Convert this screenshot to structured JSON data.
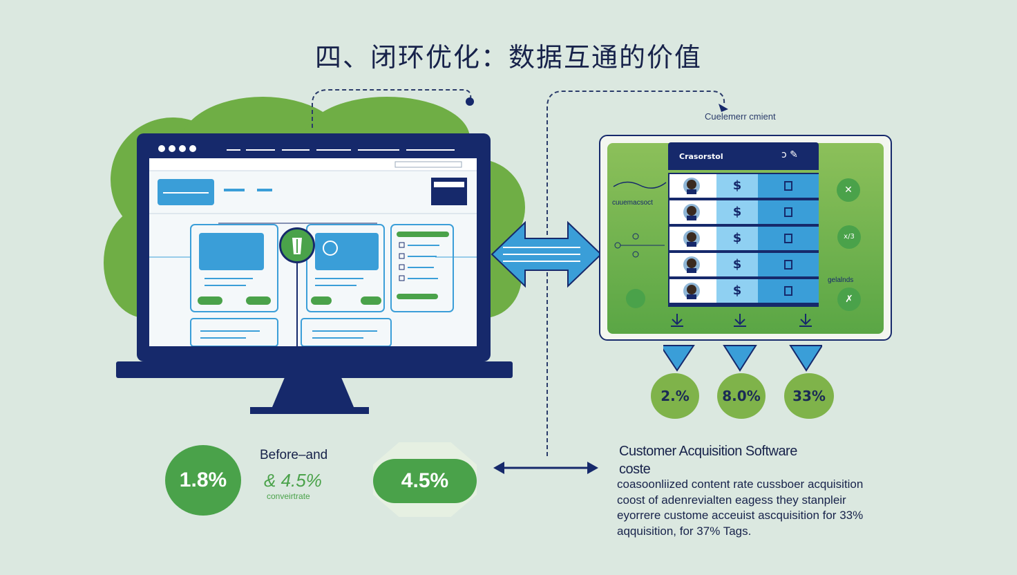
{
  "title": "四、闭环优化：数据互通的价值",
  "customer_label": "Cuelemerr cmient",
  "crm_header": "Crasorstol",
  "crm_side_label": "cuuemacsoct",
  "crm_right_label": "gelalnds",
  "crm_right_values": [
    "x/3"
  ],
  "dollar_symbol": "$",
  "percent_badges": [
    "2.%",
    "8.0%",
    "33%"
  ],
  "before_label": "Before–and",
  "before_value": "1.8%",
  "after_inline": "& 4.5%",
  "conv_rate_label": "conveirtrate",
  "after_value": "4.5%",
  "cas_heading_line1": "Customer Acquisition Software",
  "cas_heading_line2": "coste",
  "cas_body": [
    "coasoonliized content rate cussboer acquisition",
    "coost of adenrevialten eagess they stanpleir",
    "eyorrere custome acceuist ascquisition for 33%",
    "aqquisition, for 37% Tags."
  ],
  "colors": {
    "navy": "#16296b",
    "blue": "#3a9ed8",
    "green": "#4aa24a",
    "light_green": "#7fb34a",
    "bg": "#dbe8e0"
  }
}
